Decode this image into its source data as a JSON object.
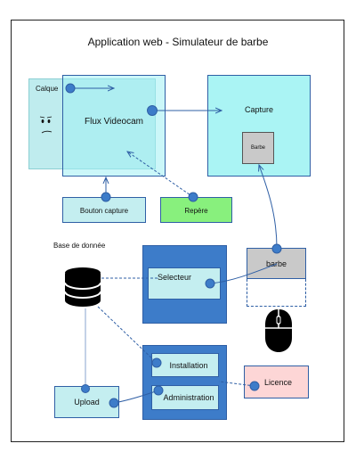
{
  "title": "Application web - Simulateur de barbe",
  "labels": {
    "calque": "Calque",
    "flux_videocam": "Flux Videocam",
    "capture": "Capture",
    "barbe_small": "Barbe",
    "bouton_capture": "Bouton capture",
    "repere": "Repère",
    "base_de_donnee": "Base de donnée",
    "selecteur": "Selecteur",
    "barbe": "barbe",
    "installation": "Installation",
    "administration": "Administration",
    "licence": "Licence",
    "upload": "Upload"
  },
  "colors": {
    "cyan": "#aaf4f4",
    "cyan_light": "#c4eef0",
    "navy": "#2f5fa5",
    "blue_panel": "#3d7cc9",
    "green": "#88f07d",
    "pink": "#fdd6d6",
    "grey": "#c9c9c9",
    "db": "#000000"
  }
}
